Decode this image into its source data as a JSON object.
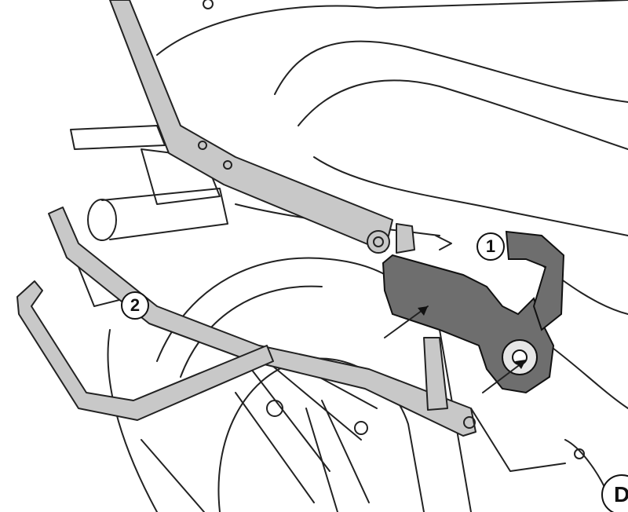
{
  "callouts": {
    "part_1": "1",
    "part_2": "2",
    "detail_ref": "D"
  },
  "colors": {
    "line": "#222222",
    "tube_fill": "#c8c8c8",
    "bracket_fill": "#6e6e6e"
  }
}
